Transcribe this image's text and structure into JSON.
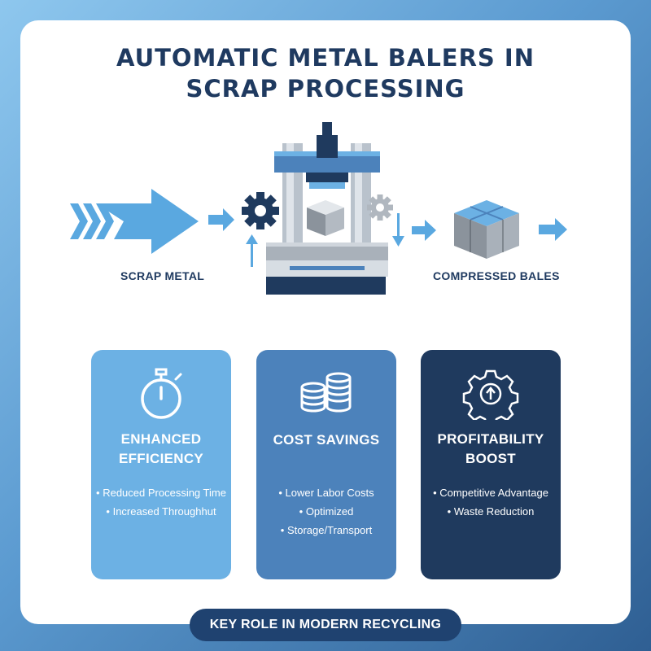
{
  "title": {
    "line1": "AUTOMATIC METAL BALERS IN",
    "line2": "SCRAP PROCESSING"
  },
  "flow": {
    "input_label": "SCRAP METAL",
    "output_label": "COMPRESSED BALES"
  },
  "panels": [
    {
      "heading_line1": "ENHANCED",
      "heading_line2": "EFFICIENCY",
      "icon": "stopwatch-icon",
      "bullets": [
        "Reduced Processing Time",
        "Increased Throughhut"
      ]
    },
    {
      "heading_line1": "COST SAVINGS",
      "heading_line2": "",
      "icon": "coins-icon",
      "bullets": [
        "Lower Labor Costs",
        "Optimized",
        "Storage/Transport"
      ]
    },
    {
      "heading_line1": "PROFITABILITY",
      "heading_line2": "BOOST",
      "icon": "gear-growth-icon",
      "bullets": [
        "Competitive Advantage",
        "Waste Reduction"
      ]
    }
  ],
  "footer": {
    "label": "KEY ROLE IN MODERN RECYCLING"
  },
  "colors": {
    "navy": "#1f3a5e",
    "light_blue": "#6cb1e4",
    "mid_blue": "#4c82bb",
    "arrow_blue": "#5aa8e0",
    "steel_gray": "#a9b1ba"
  }
}
